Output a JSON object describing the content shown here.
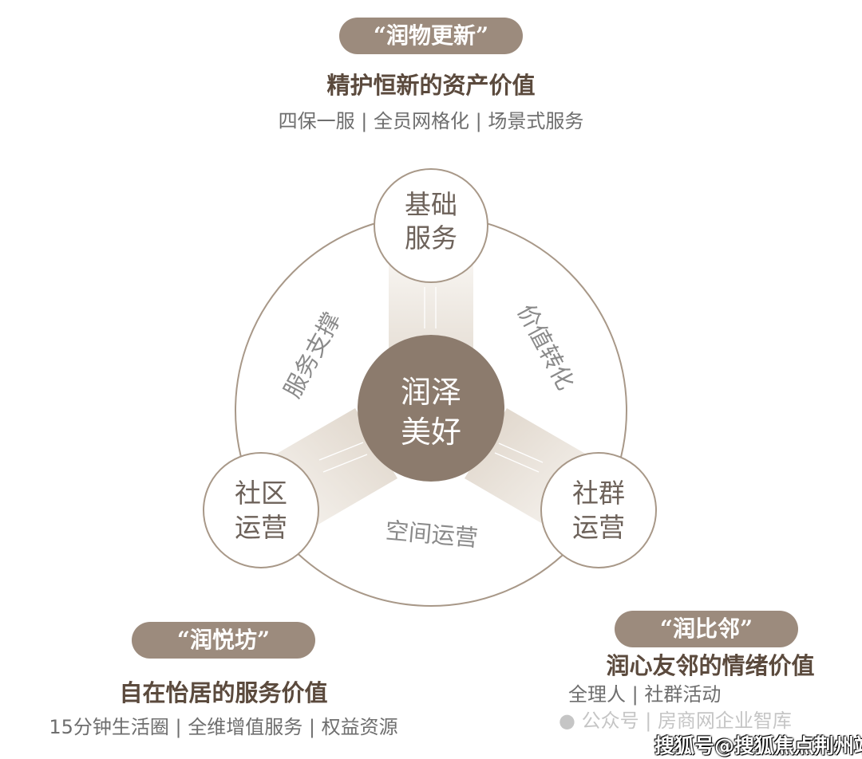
{
  "top": {
    "pill": "“润物更新”",
    "heading": "精护恒新的资产价值",
    "sub": "四保一服 | 全员网格化 | 场景式服务"
  },
  "left": {
    "pill": "“润悦坊”",
    "heading": "自在怡居的服务价值",
    "sub": "15分钟生活圈 | 全维增值服务 | 权益资源"
  },
  "right": {
    "pill": "“润比邻”",
    "heading": "润心友邻的情绪价值",
    "sub": "全理人 | 社群活动"
  },
  "diagram": {
    "center": [
      "润泽",
      "美好"
    ],
    "node_top": [
      "基础",
      "服务"
    ],
    "node_left": [
      "社区",
      "运营"
    ],
    "node_right": [
      "社群",
      "运营"
    ],
    "arc_left": "服务支撑",
    "arc_right": "价值转化",
    "arc_bottom": "空间运营"
  },
  "watermark": "公众号 | 房商网企业智库",
  "sohu_watermark": "搜狐号@搜狐焦点荆州站",
  "colors": {
    "accent": "#9c8b7d",
    "core": "#8c7b6d",
    "heading": "#5b4a3d"
  }
}
